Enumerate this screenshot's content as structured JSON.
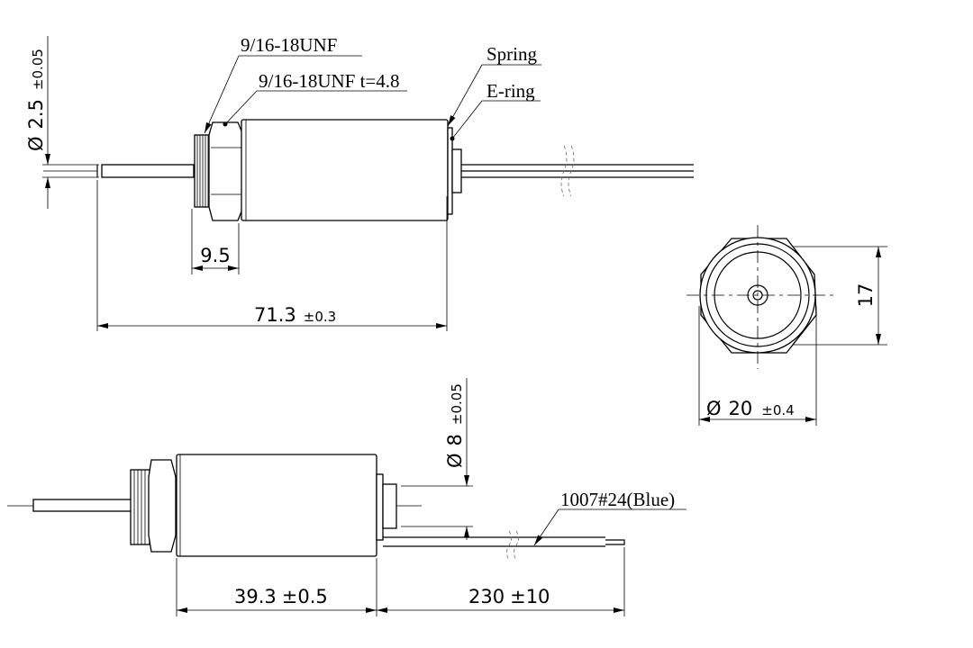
{
  "labels": {
    "thread": "9/16-18UNF",
    "nut": "9/16-18UNF t=4.8",
    "spring": "Spring",
    "ering": "E-ring",
    "wire": "1007#24(Blue)"
  },
  "dimensions": {
    "shaft_dia": {
      "symbol": "Ø",
      "value": "2.5",
      "tol": "±0.05"
    },
    "thread_len": {
      "value": "9.5"
    },
    "total_len": {
      "value": "71.3",
      "tol": "±0.3"
    },
    "hex_flat": {
      "value": "17"
    },
    "outer_dia": {
      "symbol": "Ø",
      "value": "20",
      "tol": "±0.4"
    },
    "boss_dia": {
      "symbol": "Ø",
      "value": "8",
      "tol": "±0.05"
    },
    "body_len": {
      "value": "39.3",
      "tol": "±0.5"
    },
    "wire_len": {
      "value": "230",
      "tol": "±10"
    }
  }
}
